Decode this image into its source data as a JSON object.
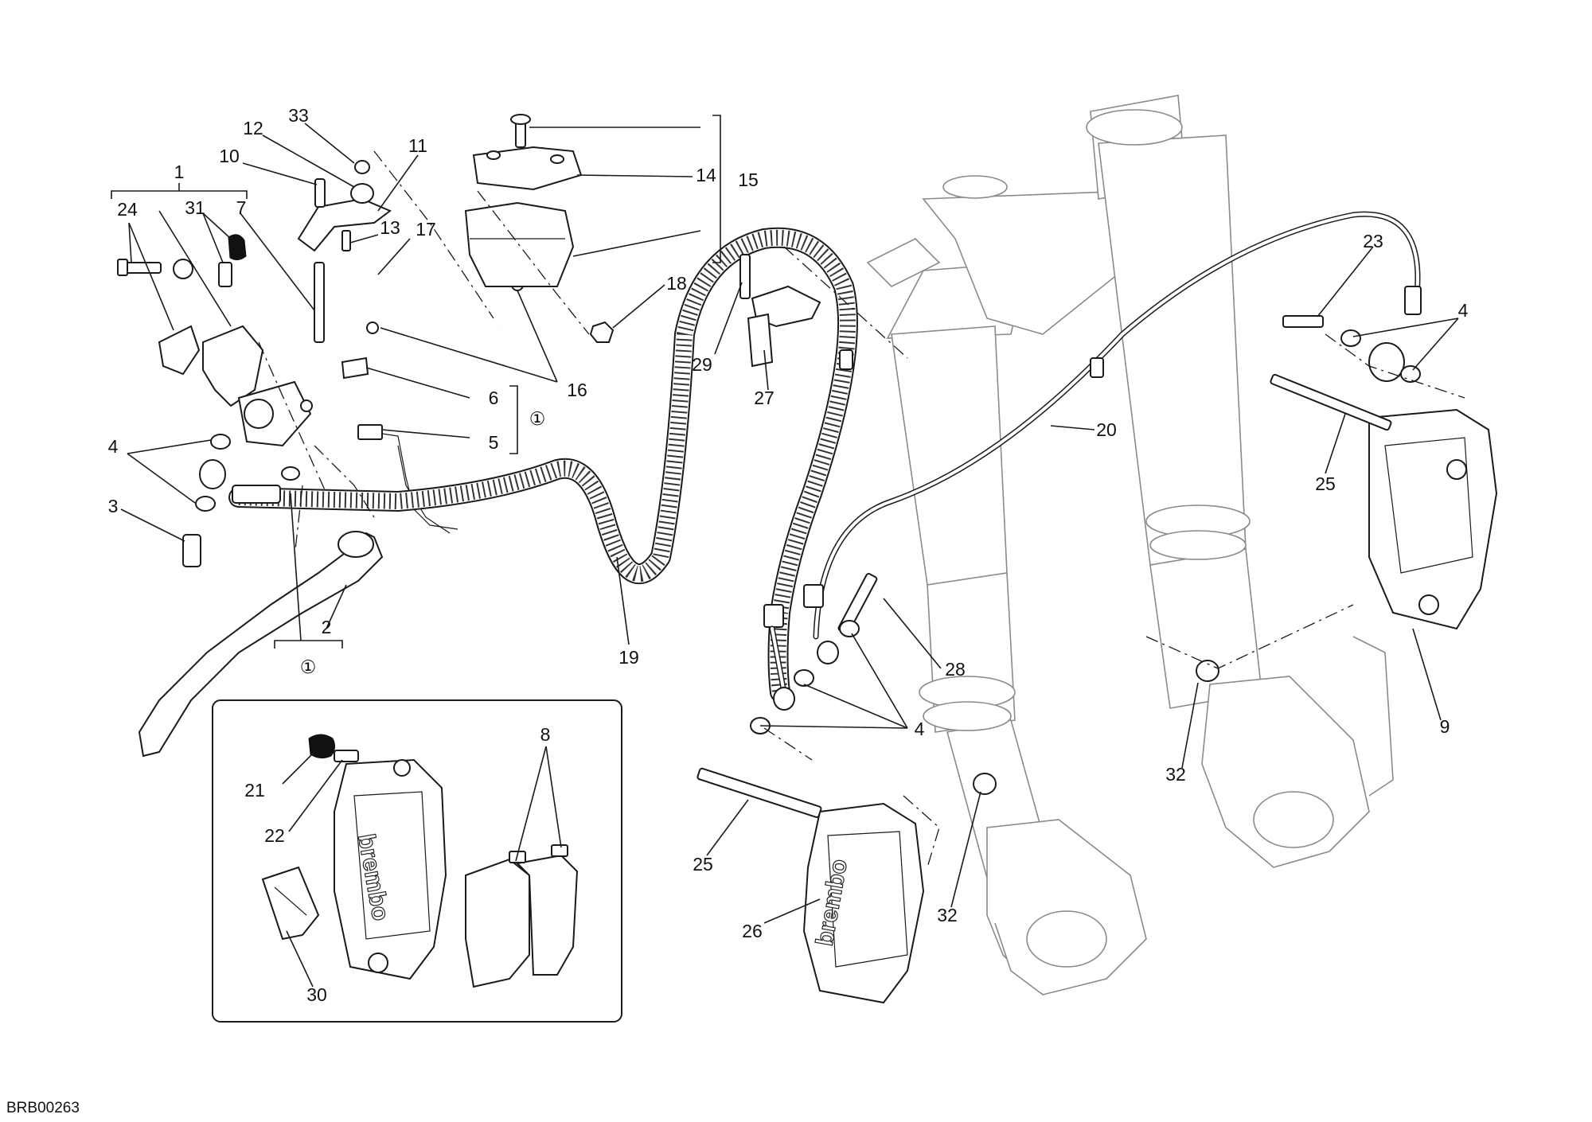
{
  "diagram": {
    "drawing_code": "BRB00263",
    "brand_mark": "brembo",
    "group_symbol": "①",
    "callouts": [
      "1",
      "2",
      "3",
      "4",
      "5",
      "6",
      "7",
      "8",
      "9",
      "10",
      "11",
      "12",
      "13",
      "14",
      "15",
      "16",
      "17",
      "18",
      "19",
      "20",
      "21",
      "22",
      "23",
      "24",
      "25",
      "26",
      "27",
      "28",
      "29",
      "30",
      "31",
      "32",
      "33"
    ]
  }
}
